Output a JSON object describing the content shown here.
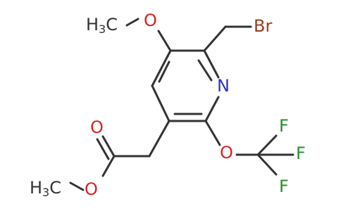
{
  "atoms": {
    "methoxy_ch3": {
      "text": "H",
      "sub": "3",
      "text2": "C",
      "color": "#333333"
    },
    "methoxy_o": {
      "text": "O",
      "color": "#d92323"
    },
    "bromo": {
      "text": "Br",
      "color": "#9c3c1e"
    },
    "ring_n": {
      "text": "N",
      "color": "#2a32c8"
    },
    "ester_carbonyl_o": {
      "text": "O",
      "color": "#d92323"
    },
    "ester_o": {
      "text": "O",
      "color": "#d92323"
    },
    "ester_ch3": {
      "text": "H",
      "sub": "3",
      "text2": "C",
      "color": "#333333"
    },
    "ocf3_o": {
      "text": "O",
      "color": "#d92323"
    },
    "f1": {
      "text": "F",
      "color": "#2a8c2a"
    },
    "f2": {
      "text": "F",
      "color": "#2a8c2a"
    },
    "f3": {
      "text": "F",
      "color": "#2a8c2a"
    }
  }
}
